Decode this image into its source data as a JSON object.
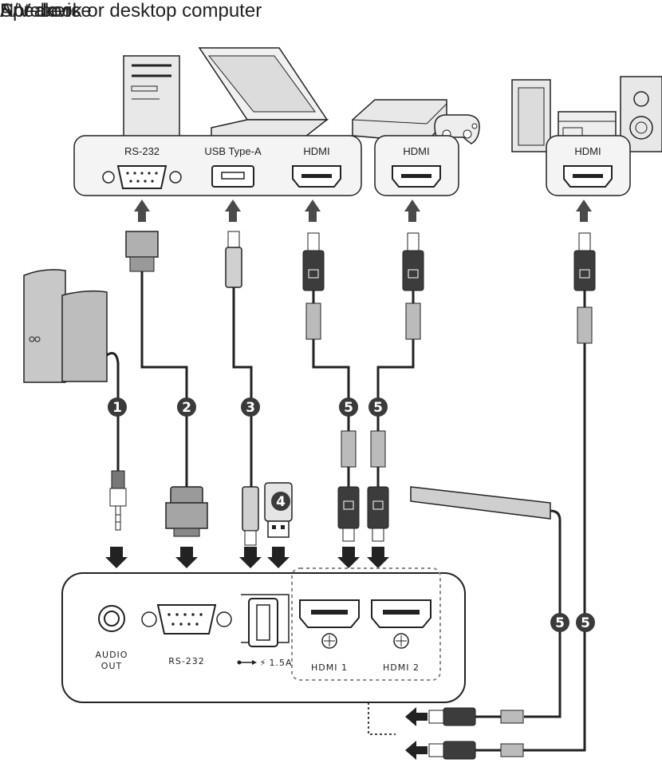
{
  "headings": {
    "computer": "Notebook or desktop computer",
    "av_device": "A/V device",
    "speakers": "Speakers"
  },
  "source_ports": {
    "rs232": "RS-232",
    "usb": "USB Type-A",
    "hdmi_computer": "HDMI",
    "hdmi_console": "HDMI",
    "hdmi_av": "HDMI"
  },
  "projector_ports": {
    "audio_out_line1": "AUDIO",
    "audio_out_line2": "OUT",
    "rs232": "RS-232",
    "usb_power": "1.5A",
    "hdmi1": "HDMI 1",
    "hdmi2": "HDMI 2"
  },
  "cable_numbers": {
    "audio": "1",
    "rs232": "2",
    "usb": "3",
    "usb_dongle": "4",
    "hdmi_a": "5",
    "hdmi_b": "5",
    "hdmi_c": "5",
    "hdmi_d": "5"
  },
  "icons": {
    "connection_arrow": "arrow-icon",
    "usb_symbol": "usb-icon",
    "power_symbol": "lightning-icon",
    "screw_symbol": "screw-icon"
  },
  "colors": {
    "outline": "#222222",
    "panel_fill": "#f4f4f4",
    "device_grey": "#dcdcdc",
    "connector_dark": "#3c3c3c",
    "badge": "#3a3a3a",
    "dotted_region": "#888888"
  }
}
